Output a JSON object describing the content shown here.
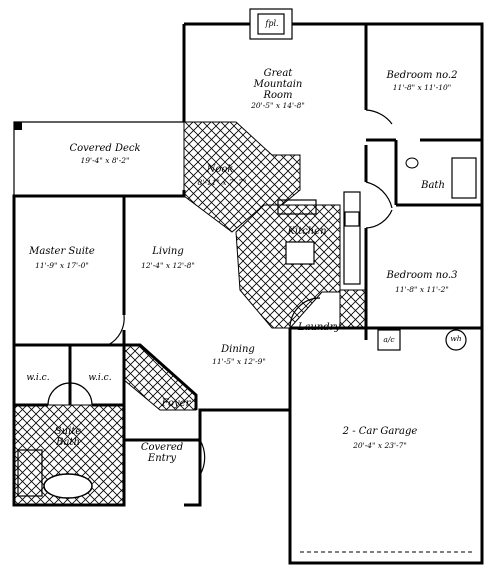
{
  "plan": {
    "rooms": [
      {
        "id": "fireplace",
        "name": "fpl.",
        "dims": ""
      },
      {
        "id": "great-room",
        "name": "Great Mountain Room",
        "dims": "20'-5\" x 14'-8\""
      },
      {
        "id": "bedroom2",
        "name": "Bedroom no.2",
        "dims": "11'-8\" x 11'-10\""
      },
      {
        "id": "covered-deck",
        "name": "Covered Deck",
        "dims": "19'-4\" x 8'-2\""
      },
      {
        "id": "nook",
        "name": "Nook",
        "dims": "8'-11\" x 7'-7\""
      },
      {
        "id": "bath",
        "name": "Bath",
        "dims": ""
      },
      {
        "id": "kitchen",
        "name": "Kitchen",
        "dims": ""
      },
      {
        "id": "master-suite",
        "name": "Master Suite",
        "dims": "11'-9\" x 17'-0\""
      },
      {
        "id": "living",
        "name": "Living",
        "dims": "12'-4\" x 12'-8\""
      },
      {
        "id": "bedroom3",
        "name": "Bedroom no.3",
        "dims": "11'-8\" x 11'-2\""
      },
      {
        "id": "laundry",
        "name": "Laundry",
        "dims": ""
      },
      {
        "id": "dining",
        "name": "Dining",
        "dims": "11'-5\" x 12'-9\""
      },
      {
        "id": "wic-left",
        "name": "w.i.c.",
        "dims": ""
      },
      {
        "id": "wic-right",
        "name": "w.i.c.",
        "dims": ""
      },
      {
        "id": "foyer",
        "name": "Foyer",
        "dims": ""
      },
      {
        "id": "suite-bath",
        "name": "Suite Bath",
        "dims": ""
      },
      {
        "id": "covered-entry",
        "name": "Covered Entry",
        "dims": ""
      },
      {
        "id": "garage",
        "name": "2 - Car Garage",
        "dims": "20'-4\" x 23'-7\""
      }
    ],
    "fixtures": {
      "water_heater": "wh",
      "ac_unit": "a/c"
    }
  }
}
